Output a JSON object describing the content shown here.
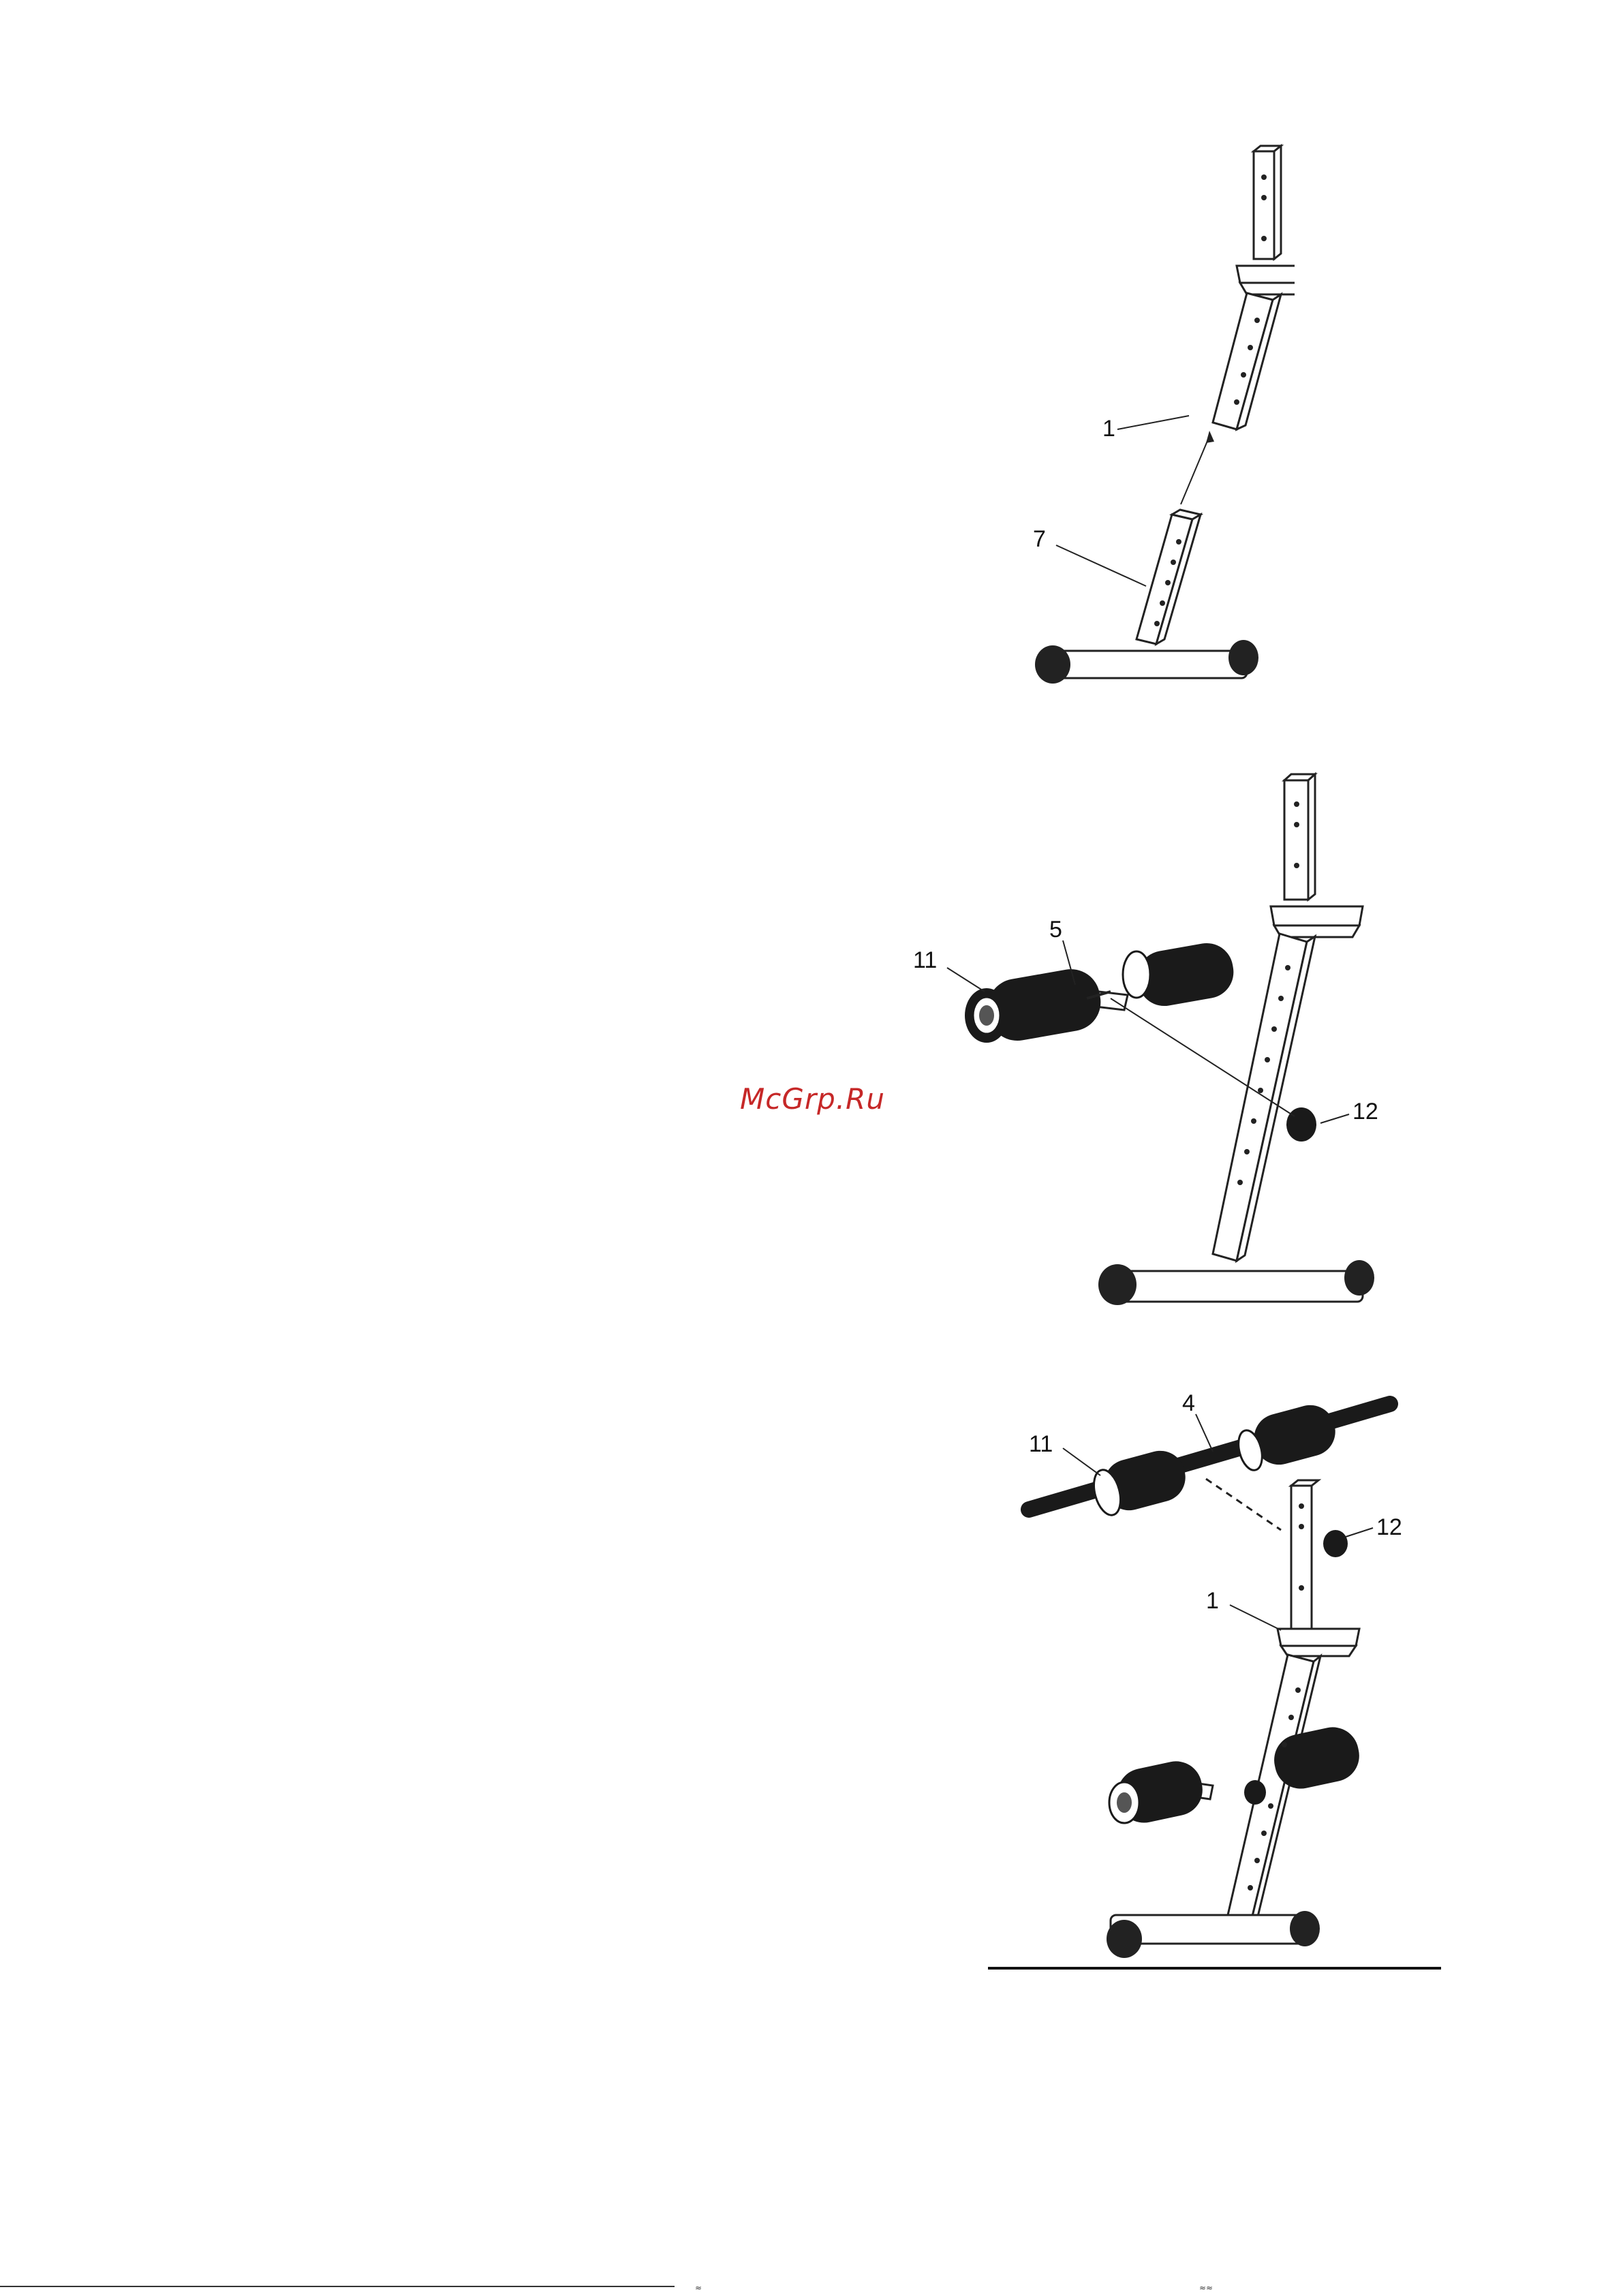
{
  "watermark": "McGrp.Ru",
  "figures": [
    {
      "labels": [
        "1",
        "7"
      ]
    },
    {
      "labels": [
        "5",
        "11",
        "12"
      ]
    },
    {
      "labels": [
        "4",
        "11",
        "12",
        "1"
      ]
    }
  ],
  "footer": {
    "marks": [
      "≈",
      "≈≈"
    ]
  }
}
